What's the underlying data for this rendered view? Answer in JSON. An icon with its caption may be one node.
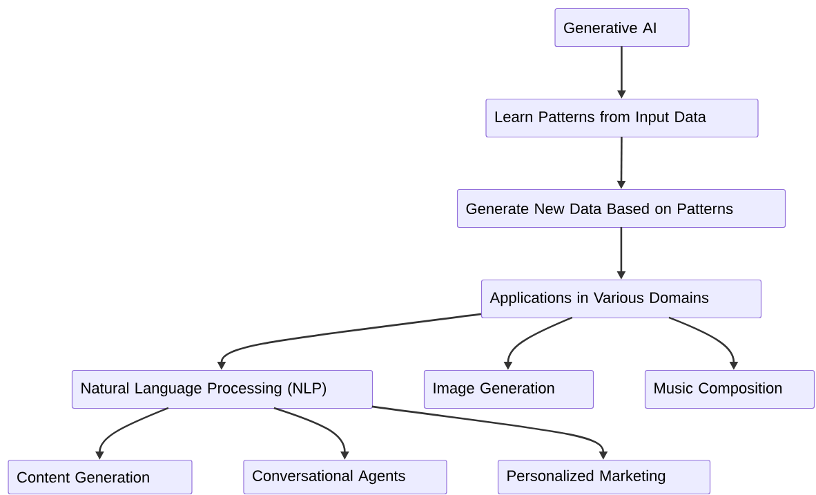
{
  "diagram": {
    "nodes": [
      {
        "text": [
          "Generative AI"
        ]
      },
      {
        "text": [
          "Learn Patterns from Input Data"
        ]
      },
      {
        "text": [
          "Generate New Data Based on Patterns"
        ]
      },
      {
        "text": [
          "Applications in Various Domains"
        ]
      },
      {
        "text": [
          "Natural Language Processing (NLP)"
        ]
      },
      {
        "text": [
          "Image Generation"
        ]
      },
      {
        "text": [
          "Music Composition"
        ]
      },
      {
        "text": [
          "Content Generation"
        ]
      },
      {
        "text": [
          "Conversational Agents"
        ]
      },
      {
        "text": [
          "Personalized Marketing"
        ]
      }
    ],
    "edges": [
      {
        "from": 0,
        "to": 1,
        "arrow": "to"
      },
      {
        "from": 1,
        "to": 2,
        "arrow": "to"
      },
      {
        "from": 2,
        "to": 3,
        "arrow": "to"
      },
      {
        "from": 3,
        "to": 4,
        "arrow": "to"
      },
      {
        "from": 3,
        "to": 5,
        "arrow": "to"
      },
      {
        "from": 3,
        "to": 6,
        "arrow": "to"
      },
      {
        "from": 4,
        "to": 7,
        "arrow": "to"
      },
      {
        "from": 4,
        "to": 8,
        "arrow": "to"
      },
      {
        "from": 4,
        "to": 9,
        "arrow": "to"
      }
    ]
  }
}
